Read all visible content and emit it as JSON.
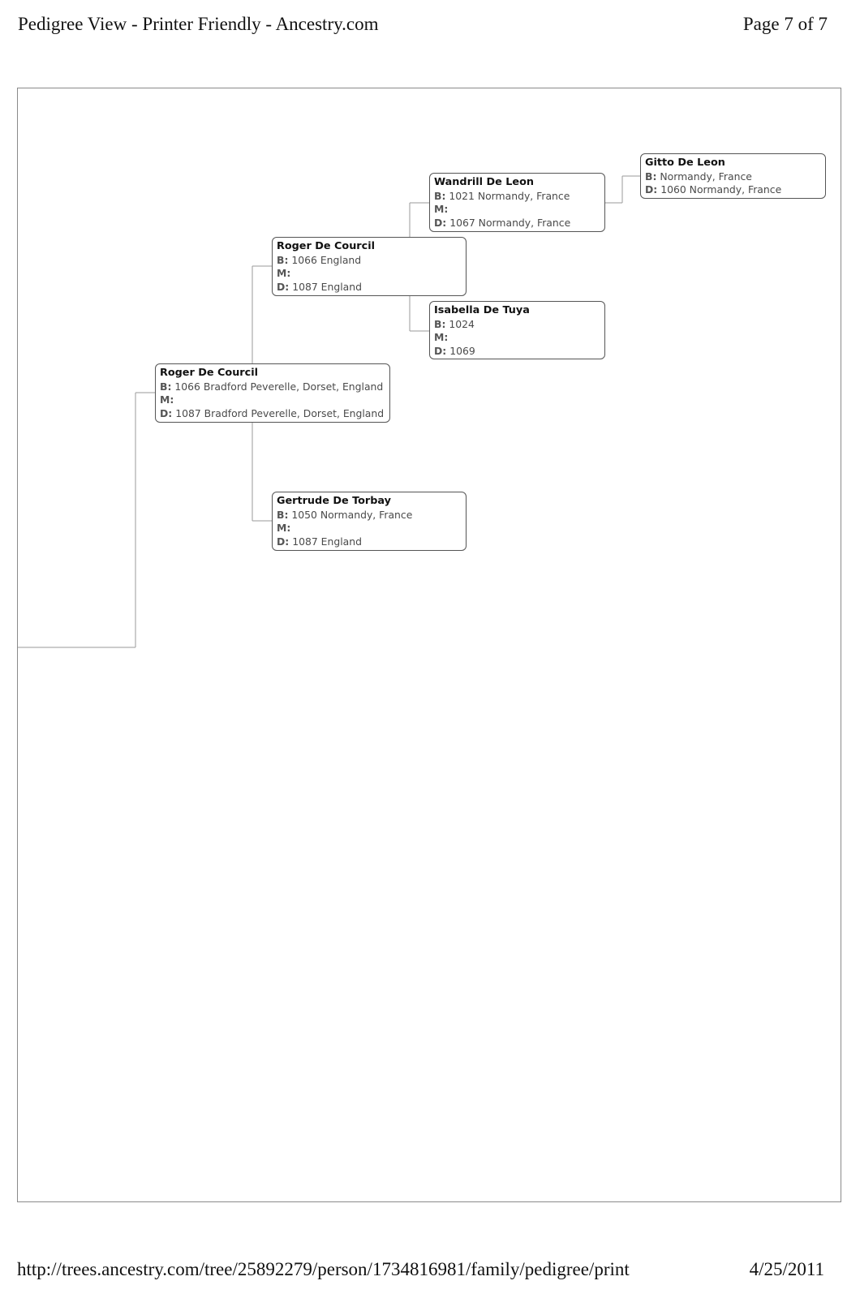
{
  "header": {
    "title": "Pedigree View - Printer Friendly - Ancestry.com",
    "page": "Page 7 of 7"
  },
  "labels": {
    "birth": "B:",
    "marriage": "M:",
    "death": "D:"
  },
  "people": {
    "gitto": {
      "name": "Gitto De Leon",
      "birth": "Normandy, France",
      "death": "1060 Normandy, France"
    },
    "wandrill": {
      "name": "Wandrill De Leon",
      "birth": "1021 Normandy, France",
      "marriage": "",
      "death": "1067 Normandy, France"
    },
    "roger_father": {
      "name": "Roger De Courcil",
      "birth": "1066 England",
      "marriage": "",
      "death": "1087 England"
    },
    "isabella": {
      "name": "Isabella De Tuya",
      "birth": "1024",
      "marriage": "",
      "death": "1069"
    },
    "roger_root": {
      "name": "Roger De Courcil",
      "birth": "1066 Bradford Peverelle, Dorset, England",
      "marriage": "",
      "death": "1087 Bradford Peverelle, Dorset, England"
    },
    "gertrude": {
      "name": "Gertrude De Torbay",
      "birth": "1050 Normandy, France",
      "marriage": "",
      "death": "1087 England"
    }
  },
  "footer": {
    "url": "http://trees.ancestry.com/tree/25892279/person/1734816981/family/pedigree/print",
    "date": "4/25/2011"
  }
}
